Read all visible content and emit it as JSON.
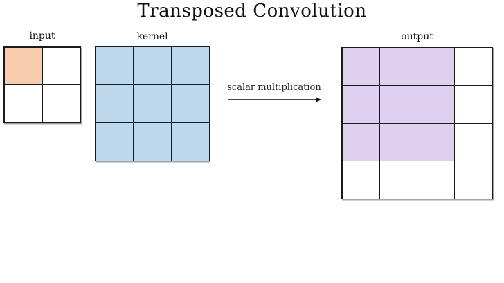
{
  "title": "Transposed Convolution",
  "arrow": {
    "label": "scalar multiplication"
  },
  "palette": {
    "input_highlight": "#f7cbab",
    "kernel_fill": "#bdd7ec",
    "output_highlight": "#ded0ef",
    "empty": "#ffffff",
    "grid_line": "#1a1a1a"
  },
  "grids": [
    {
      "id": "input",
      "label": "input",
      "rows": 2,
      "cols": 2,
      "cells": [
        [
          "input_highlight",
          "empty"
        ],
        [
          "empty",
          "empty"
        ]
      ]
    },
    {
      "id": "kernel",
      "label": "kernel",
      "rows": 3,
      "cols": 3,
      "cells": [
        [
          "kernel_fill",
          "kernel_fill",
          "kernel_fill"
        ],
        [
          "kernel_fill",
          "kernel_fill",
          "kernel_fill"
        ],
        [
          "kernel_fill",
          "kernel_fill",
          "kernel_fill"
        ]
      ]
    },
    {
      "id": "output",
      "label": "output",
      "rows": 4,
      "cols": 4,
      "cells": [
        [
          "output_highlight",
          "output_highlight",
          "output_highlight",
          "empty"
        ],
        [
          "output_highlight",
          "output_highlight",
          "output_highlight",
          "empty"
        ],
        [
          "output_highlight",
          "output_highlight",
          "output_highlight",
          "empty"
        ],
        [
          "empty",
          "empty",
          "empty",
          "empty"
        ]
      ]
    }
  ]
}
